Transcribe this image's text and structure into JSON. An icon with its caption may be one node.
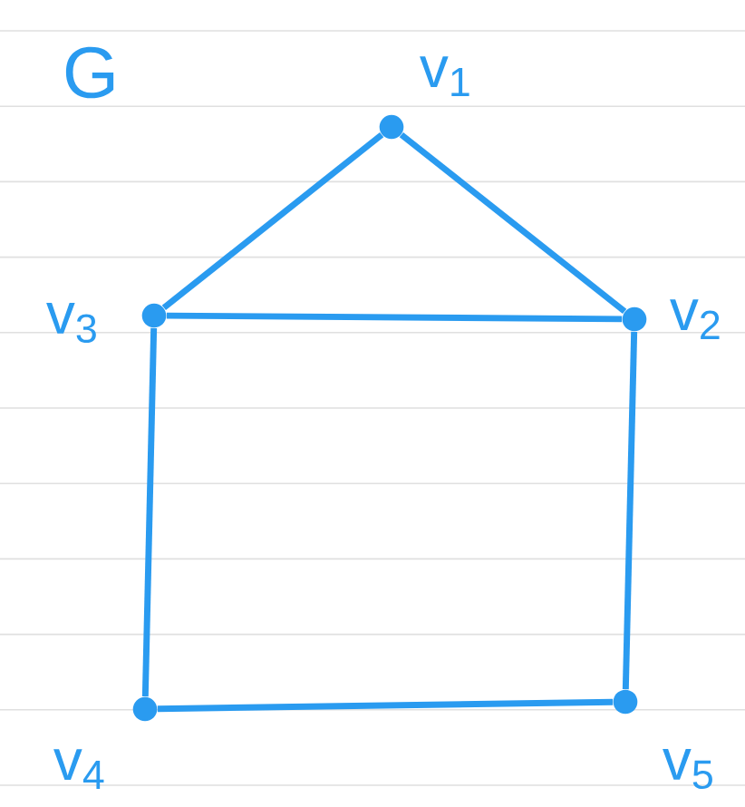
{
  "diagram": {
    "title": "G",
    "nodes": [
      {
        "text": [],
        "shape": "circle",
        "beside": [
          "v$_{1}$"
        ]
      },
      {
        "text": [],
        "shape": "circle",
        "beside": [
          "v$_{2}$"
        ]
      },
      {
        "text": [],
        "shape": "circle",
        "beside": [
          "v$_{3}$"
        ]
      },
      {
        "text": [],
        "shape": "circle",
        "beside": [
          "v$_{4}$"
        ]
      },
      {
        "text": [],
        "shape": "circle",
        "beside": [
          "v$_{5}$"
        ]
      }
    ],
    "edges": [
      {
        "from": 0,
        "to": 2,
        "arrow": "none"
      },
      {
        "from": 0,
        "to": 1,
        "arrow": "none"
      },
      {
        "from": 2,
        "to": 1,
        "arrow": "none"
      },
      {
        "from": 2,
        "to": 3,
        "arrow": "none"
      },
      {
        "from": 1,
        "to": 4,
        "arrow": "none"
      },
      {
        "from": 3,
        "to": 4,
        "arrow": "none"
      }
    ]
  }
}
